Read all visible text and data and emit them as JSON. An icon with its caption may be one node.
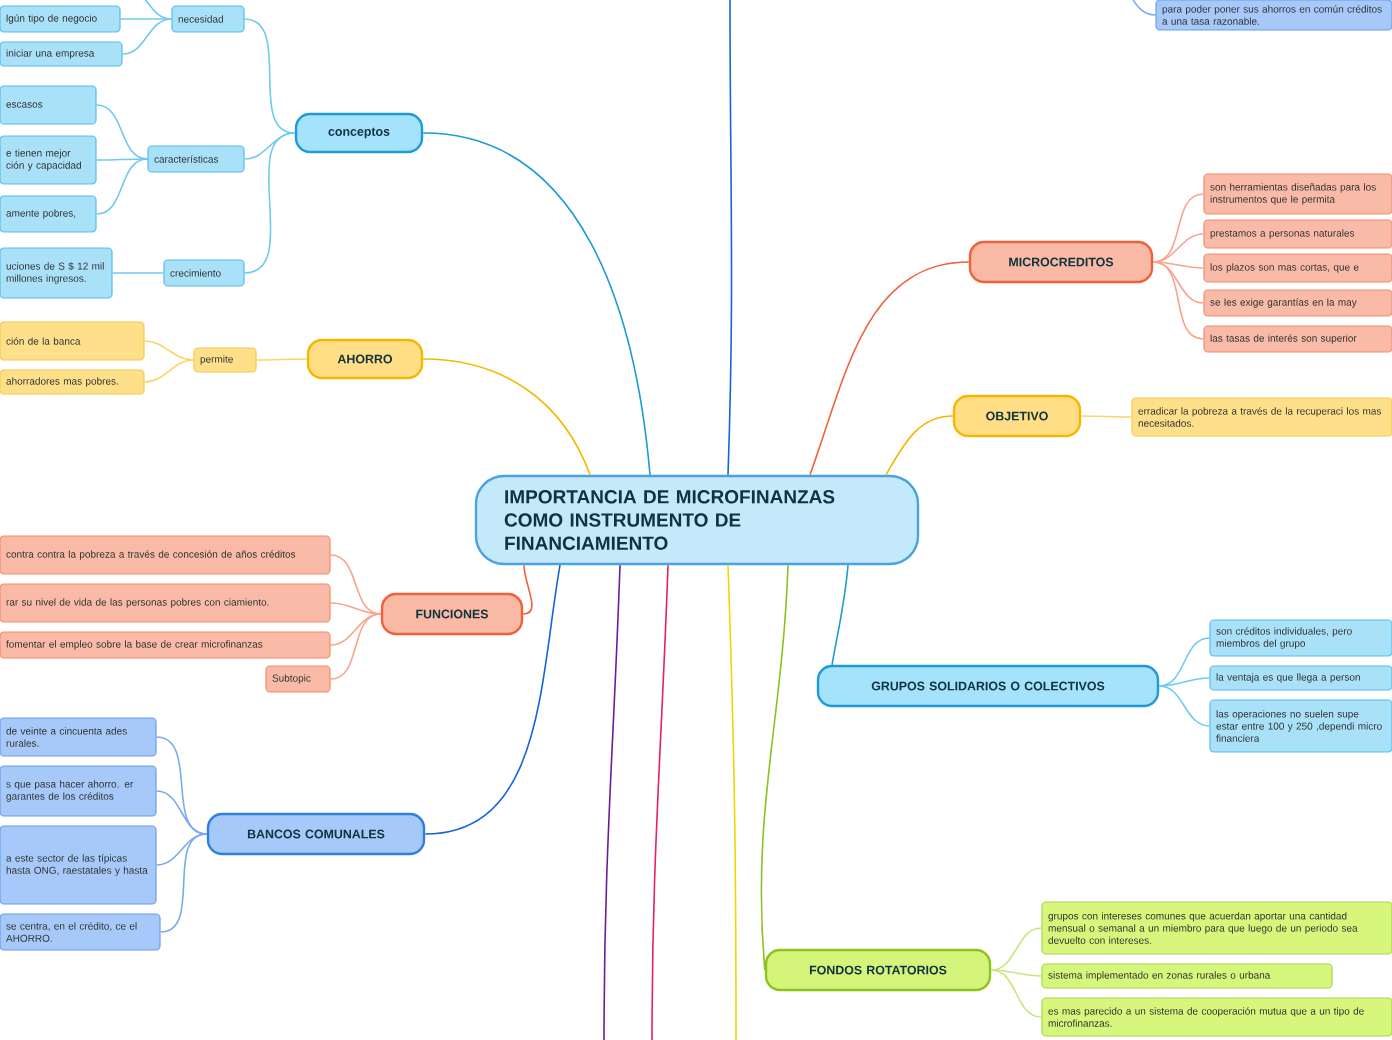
{
  "diagram": {
    "nodes": [
      {
        "text": [
          "IMPORTANCIA DE MICROFINANZAS COMO INSTRUMENTO DE FINANCIAMIENTO"
        ]
      },
      {
        "text": [
          "conceptos"
        ]
      },
      {
        "text": [
          "necesidad"
        ]
      },
      {
        "text": [
          "lgún tipo de negocio"
        ]
      },
      {
        "text": [
          "iniciar una empresa"
        ]
      },
      {
        "text": [
          "características"
        ]
      },
      {
        "text": [
          "escasos"
        ]
      },
      {
        "text": [
          "e tienen mejor ción y capacidad"
        ]
      },
      {
        "text": [
          "amente pobres,"
        ]
      },
      {
        "text": [
          "crecimiento"
        ]
      },
      {
        "text": [
          "uciones de S $ 12 mil millones ingresos."
        ]
      },
      {
        "text": [
          "AHORRO"
        ]
      },
      {
        "text": [
          "permite"
        ]
      },
      {
        "text": [
          "ción de la banca"
        ]
      },
      {
        "text": [
          "ahorradores mas pobres."
        ]
      },
      {
        "text": [
          "FUNCIONES"
        ]
      },
      {
        "text": [
          "contra contra la pobreza a través de concesión de años créditos"
        ]
      },
      {
        "text": [
          "rar su nivel de vida de las personas pobres con ciamiento."
        ]
      },
      {
        "text": [
          "fomentar el empleo sobre la base de crear microfinanzas"
        ]
      },
      {
        "text": [
          "Subtopic"
        ]
      },
      {
        "text": [
          "BANCOS COMUNALES"
        ]
      },
      {
        "text": [
          "de veinte a cincuenta ades rurales."
        ]
      },
      {
        "text": [
          "s que pasa hacer ahorro. er garantes de los créditos"
        ]
      },
      {
        "text": [
          "a este sector de las típicas hasta ONG, raestatales y hasta"
        ]
      },
      {
        "text": [
          "se centra, en el crédito, ce el AHORRO."
        ]
      },
      {
        "text": [
          "para poder poner sus ahorros en común créditos a una tasa razonable."
        ]
      },
      {
        "text": [
          "MICROCREDITOS"
        ]
      },
      {
        "text": [
          "son herramientas diseñadas para los instrumentos que le permita"
        ]
      },
      {
        "text": [
          "prestamos a personas naturales"
        ]
      },
      {
        "text": [
          "los plazos son mas cortas, que e"
        ]
      },
      {
        "text": [
          "se les exige garantías en la may"
        ]
      },
      {
        "text": [
          "las tasas de interés son superior"
        ]
      },
      {
        "text": [
          "OBJETIVO"
        ]
      },
      {
        "text": [
          "erradicar la pobreza a través de la recuperaci los mas necesitados."
        ]
      },
      {
        "text": [
          "GRUPOS SOLIDARIOS O COLECTIVOS"
        ]
      },
      {
        "text": [
          "son créditos individuales, pero miembros del grupo"
        ]
      },
      {
        "text": [
          "la ventaja es que llega a person"
        ]
      },
      {
        "text": [
          "las operaciones no suelen supe estar entre 100 y 250 ,dependi micro financiera"
        ]
      },
      {
        "text": [
          "FONDOS ROTATORIOS"
        ]
      },
      {
        "text": [
          "grupos con intereses comunes que acuerdan aportar una cantidad mensual o semanal a un miembro para que luego de un periodo sea devuelto con intereses."
        ]
      },
      {
        "text": [
          "sistema implementado en zonas rurales o urbana"
        ]
      },
      {
        "text": [
          "es mas parecido a un sistema de cooperación mutua que a un tipo de microfinanzas."
        ]
      }
    ],
    "edges": [
      {
        "from": 0,
        "to": 1,
        "arrow": "none",
        "color": "#1e9ad6"
      },
      {
        "from": 0,
        "to": 11,
        "arrow": "none",
        "color": "#f5b800"
      },
      {
        "from": 0,
        "to": 15,
        "arrow": "none",
        "color": "#f0603a"
      },
      {
        "from": 0,
        "to": 20,
        "arrow": "none",
        "color": "#1565d8"
      },
      {
        "from": 0,
        "to": 26,
        "arrow": "none",
        "color": "#f0603a"
      },
      {
        "from": 0,
        "to": 32,
        "arrow": "none",
        "color": "#f5b800"
      },
      {
        "from": 0,
        "to": 34,
        "arrow": "none",
        "color": "#1e9ad6"
      },
      {
        "from": 0,
        "to": 38,
        "arrow": "none",
        "color": "#8dc21f"
      },
      {
        "from": 0,
        "to": null,
        "arrow": "none",
        "color": "#1565d8"
      },
      {
        "from": 0,
        "to": null,
        "arrow": "none",
        "color": "#6a1b9a"
      },
      {
        "from": 0,
        "to": null,
        "arrow": "none",
        "color": "#e91e63"
      },
      {
        "from": 0,
        "to": null,
        "arrow": "none",
        "color": "#f2d600"
      },
      {
        "from": 1,
        "to": 2,
        "arrow": "none",
        "color": "#6fcaf1"
      },
      {
        "from": 1,
        "to": 5,
        "arrow": "none",
        "color": "#6fcaf1"
      },
      {
        "from": 1,
        "to": 9,
        "arrow": "none",
        "color": "#6fcaf1"
      },
      {
        "from": 2,
        "to": 3,
        "arrow": "none",
        "color": "#6fcaf1"
      },
      {
        "from": 2,
        "to": 4,
        "arrow": "none",
        "color": "#6fcaf1"
      },
      {
        "from": 2,
        "to": null,
        "arrow": "none",
        "color": "#6fcaf1"
      },
      {
        "from": 5,
        "to": 6,
        "arrow": "none",
        "color": "#6fcaf1"
      },
      {
        "from": 5,
        "to": 7,
        "arrow": "none",
        "color": "#6fcaf1"
      },
      {
        "from": 5,
        "to": 8,
        "arrow": "none",
        "color": "#6fcaf1"
      },
      {
        "from": 9,
        "to": 10,
        "arrow": "none",
        "color": "#6fcaf1"
      },
      {
        "from": 11,
        "to": 12,
        "arrow": "none",
        "color": "#ffd466"
      },
      {
        "from": 12,
        "to": 13,
        "arrow": "none",
        "color": "#ffd466"
      },
      {
        "from": 12,
        "to": 14,
        "arrow": "none",
        "color": "#ffd466"
      },
      {
        "from": 15,
        "to": 16,
        "arrow": "none",
        "color": "#f8a58c"
      },
      {
        "from": 15,
        "to": 17,
        "arrow": "none",
        "color": "#f8a58c"
      },
      {
        "from": 15,
        "to": 18,
        "arrow": "none",
        "color": "#f8a58c"
      },
      {
        "from": 15,
        "to": 19,
        "arrow": "none",
        "color": "#f8a58c"
      },
      {
        "from": 20,
        "to": 21,
        "arrow": "none",
        "color": "#7aaaf0"
      },
      {
        "from": 20,
        "to": 22,
        "arrow": "none",
        "color": "#7aaaf0"
      },
      {
        "from": 20,
        "to": 23,
        "arrow": "none",
        "color": "#7aaaf0"
      },
      {
        "from": 20,
        "to": 24,
        "arrow": "none",
        "color": "#7aaaf0"
      },
      {
        "from": null,
        "to": 25,
        "arrow": "none",
        "color": "#7aaaf0"
      },
      {
        "from": 26,
        "to": 27,
        "arrow": "none",
        "color": "#f8a58c"
      },
      {
        "from": 26,
        "to": 28,
        "arrow": "none",
        "color": "#f8a58c"
      },
      {
        "from": 26,
        "to": 29,
        "arrow": "none",
        "color": "#f8a58c"
      },
      {
        "from": 26,
        "to": 30,
        "arrow": "none",
        "color": "#f8a58c"
      },
      {
        "from": 26,
        "to": 31,
        "arrow": "none",
        "color": "#f8a58c"
      },
      {
        "from": 32,
        "to": 33,
        "arrow": "none",
        "color": "#ffd466"
      },
      {
        "from": 34,
        "to": 35,
        "arrow": "none",
        "color": "#6fcaf1"
      },
      {
        "from": 34,
        "to": 36,
        "arrow": "none",
        "color": "#6fcaf1"
      },
      {
        "from": 34,
        "to": 37,
        "arrow": "none",
        "color": "#6fcaf1"
      },
      {
        "from": 38,
        "to": 39,
        "arrow": "none",
        "color": "#c6e87a"
      },
      {
        "from": 38,
        "to": 40,
        "arrow": "none",
        "color": "#c6e87a"
      },
      {
        "from": 38,
        "to": 41,
        "arrow": "none",
        "color": "#c6e87a"
      }
    ]
  }
}
